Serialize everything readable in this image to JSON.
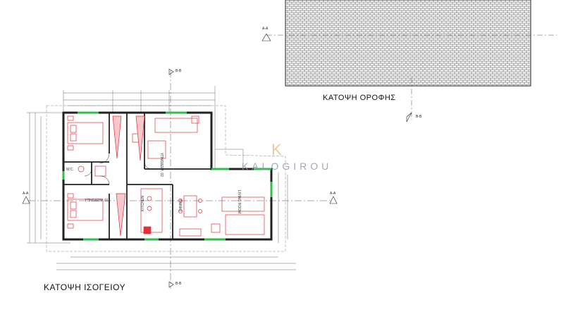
{
  "labels": {
    "roof_plan": "ΚΑΤΟΨΗ ΟΡΟΦΗΣ",
    "ground_plan": "ΚΑΤΟΨΗ ΙΣΟΓΕΙΟΥ",
    "watermark": "KALOGIROU",
    "watermark_mark": "K"
  },
  "sections": {
    "aa_left": "A-A",
    "aa_roof": "A-A",
    "aa_right": "A-A",
    "bb_top": "B-B",
    "bb_roof": "B-B",
    "bb_bottom": "B-B"
  },
  "rooms": {
    "bedroom_1": "ΥΠΝΟΔΩΜ. 01",
    "bedroom_2": "ΥΠΝΟΔΩΜ. 02",
    "kitchen": "KITCHEN",
    "dining": "DINING",
    "living": "LIVING ROOM",
    "wc": "W.C."
  },
  "colors": {
    "wall": "#222222",
    "furniture": "#e0303a",
    "window": "#2fbf4a",
    "dimension": "#6b6b6b",
    "roof_hatch": "#333333"
  }
}
